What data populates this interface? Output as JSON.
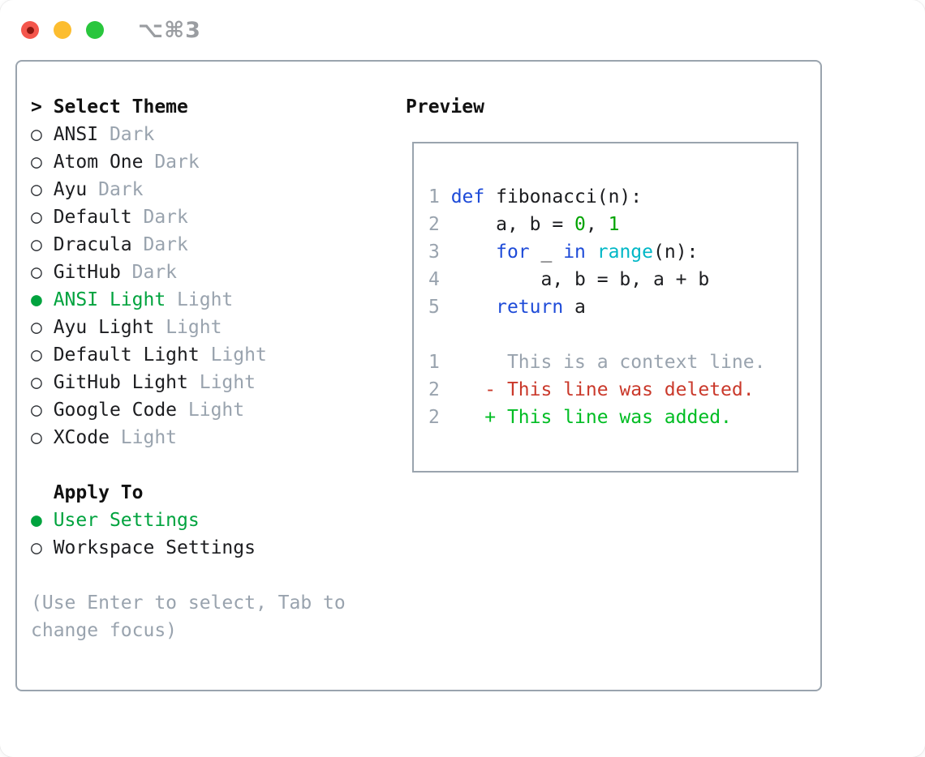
{
  "window": {
    "title": "⌥⌘3"
  },
  "titlebar_buttons": [
    {
      "name": "close-button",
      "color": "#f4564c"
    },
    {
      "name": "minimize-button",
      "color": "#fcbd2f"
    },
    {
      "name": "zoom-button",
      "color": "#29c63d"
    }
  ],
  "colors": {
    "accent_green": "#00a33e",
    "keyword_blue": "#1e4bd8",
    "builtin_cyan": "#00b7c6",
    "literal_green": "#00a300",
    "added_green": "#00bd23",
    "deleted_red": "#ca392b",
    "muted_gray": "#99a3ae",
    "border_gray": "#9aa4ae"
  },
  "theme_picker": {
    "prompt": ">",
    "heading": "Select Theme",
    "items": [
      {
        "name": "ANSI",
        "variant": "Dark",
        "selected": false
      },
      {
        "name": "Atom One",
        "variant": "Dark",
        "selected": false
      },
      {
        "name": "Ayu",
        "variant": "Dark",
        "selected": false
      },
      {
        "name": "Default",
        "variant": "Dark",
        "selected": false
      },
      {
        "name": "Dracula",
        "variant": "Dark",
        "selected": false
      },
      {
        "name": "GitHub",
        "variant": "Dark",
        "selected": false
      },
      {
        "name": "ANSI Light",
        "variant": "Light",
        "selected": true
      },
      {
        "name": "Ayu Light",
        "variant": "Light",
        "selected": false
      },
      {
        "name": "Default Light",
        "variant": "Light",
        "selected": false
      },
      {
        "name": "GitHub Light",
        "variant": "Light",
        "selected": false
      },
      {
        "name": "Google Code",
        "variant": "Light",
        "selected": false
      },
      {
        "name": "XCode",
        "variant": "Light",
        "selected": false
      }
    ]
  },
  "apply_to": {
    "heading": "Apply To",
    "options": [
      {
        "label": "User Settings",
        "selected": true
      },
      {
        "label": "Workspace Settings",
        "selected": false
      }
    ]
  },
  "hint": {
    "lines": [
      "(Use Enter to select, Tab to",
      "change focus)"
    ]
  },
  "preview": {
    "heading": "Preview",
    "lines": [
      [],
      [
        {
          "t": "1 ",
          "c": "num"
        },
        {
          "t": "def",
          "c": "kw"
        },
        {
          "t": " fibonacci(n):",
          "c": "plain"
        }
      ],
      [
        {
          "t": "2 ",
          "c": "num"
        },
        {
          "t": "    a, b = ",
          "c": "plain"
        },
        {
          "t": "0",
          "c": "lit"
        },
        {
          "t": ", ",
          "c": "plain"
        },
        {
          "t": "1",
          "c": "lit"
        }
      ],
      [
        {
          "t": "3 ",
          "c": "num"
        },
        {
          "t": "    ",
          "c": "plain"
        },
        {
          "t": "for",
          "c": "kw"
        },
        {
          "t": " _ ",
          "c": "plain"
        },
        {
          "t": "in",
          "c": "kw"
        },
        {
          "t": " ",
          "c": "plain"
        },
        {
          "t": "range",
          "c": "fn"
        },
        {
          "t": "(n):",
          "c": "plain"
        }
      ],
      [
        {
          "t": "4 ",
          "c": "num"
        },
        {
          "t": "        a, b = b, a + b",
          "c": "plain"
        }
      ],
      [
        {
          "t": "5 ",
          "c": "num"
        },
        {
          "t": "    ",
          "c": "plain"
        },
        {
          "t": "return",
          "c": "kw"
        },
        {
          "t": " a",
          "c": "plain"
        }
      ],
      [],
      [
        {
          "t": "1",
          "c": "num"
        },
        {
          "t": "      This is a context line.",
          "c": "gray"
        }
      ],
      [
        {
          "t": "2",
          "c": "num"
        },
        {
          "t": "    - This line was deleted.",
          "c": "del"
        }
      ],
      [
        {
          "t": "2",
          "c": "num"
        },
        {
          "t": "    + This line was added.",
          "c": "add"
        }
      ],
      []
    ]
  },
  "radio_glyphs": {
    "selected": "●",
    "unselected": "○"
  }
}
